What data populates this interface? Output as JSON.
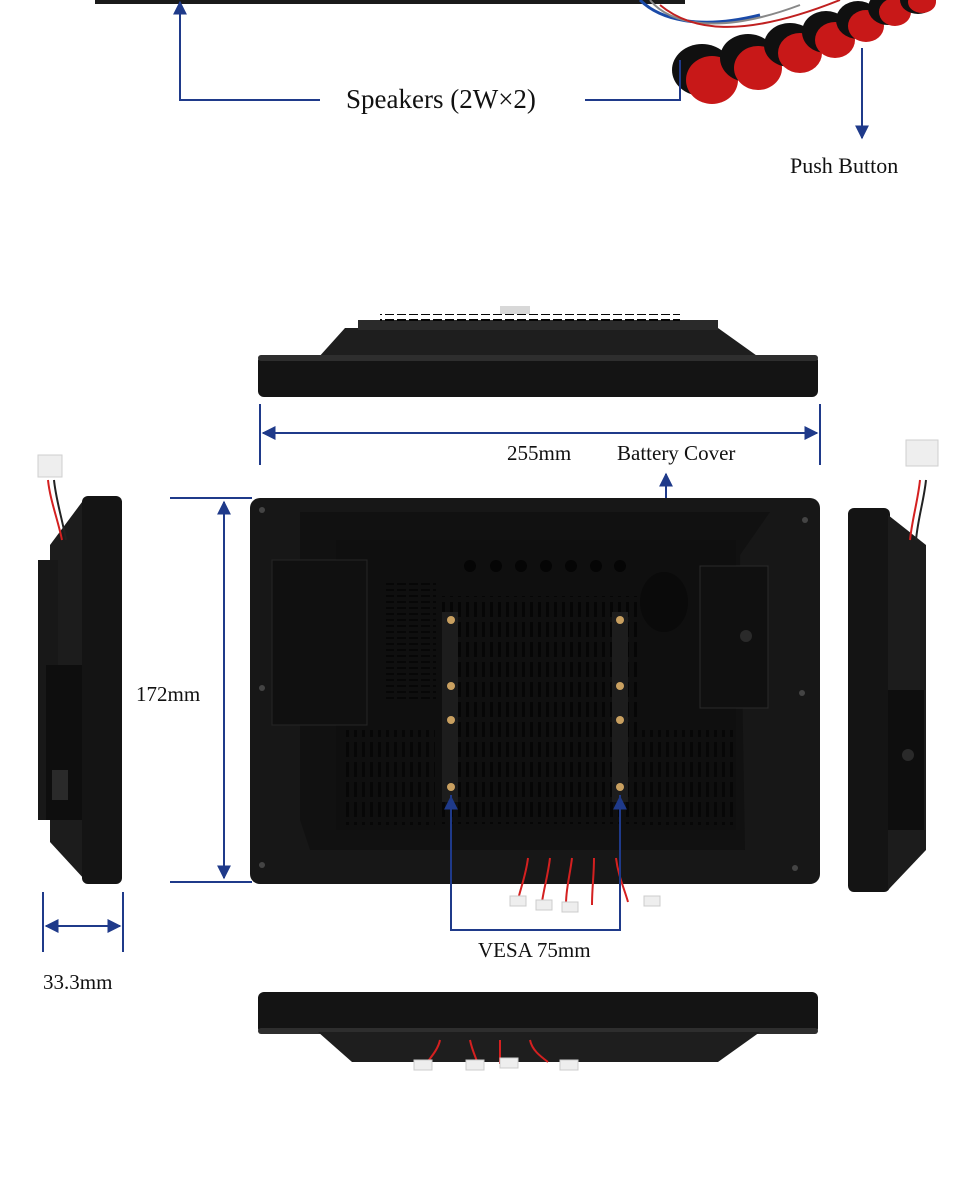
{
  "labels": {
    "speakers": "Speakers (2W×2)",
    "push_button": "Push Button",
    "width": "255mm",
    "battery_cover": "Battery Cover",
    "height": "172mm",
    "vesa": "VESA 75mm",
    "depth": "33.3mm"
  },
  "colors": {
    "dimension_line": "#1f3a8a",
    "device_body": "#141414",
    "device_edge": "#2b2b2b",
    "button_red": "#c81818",
    "wire_red": "#d42020",
    "background": "#ffffff"
  }
}
